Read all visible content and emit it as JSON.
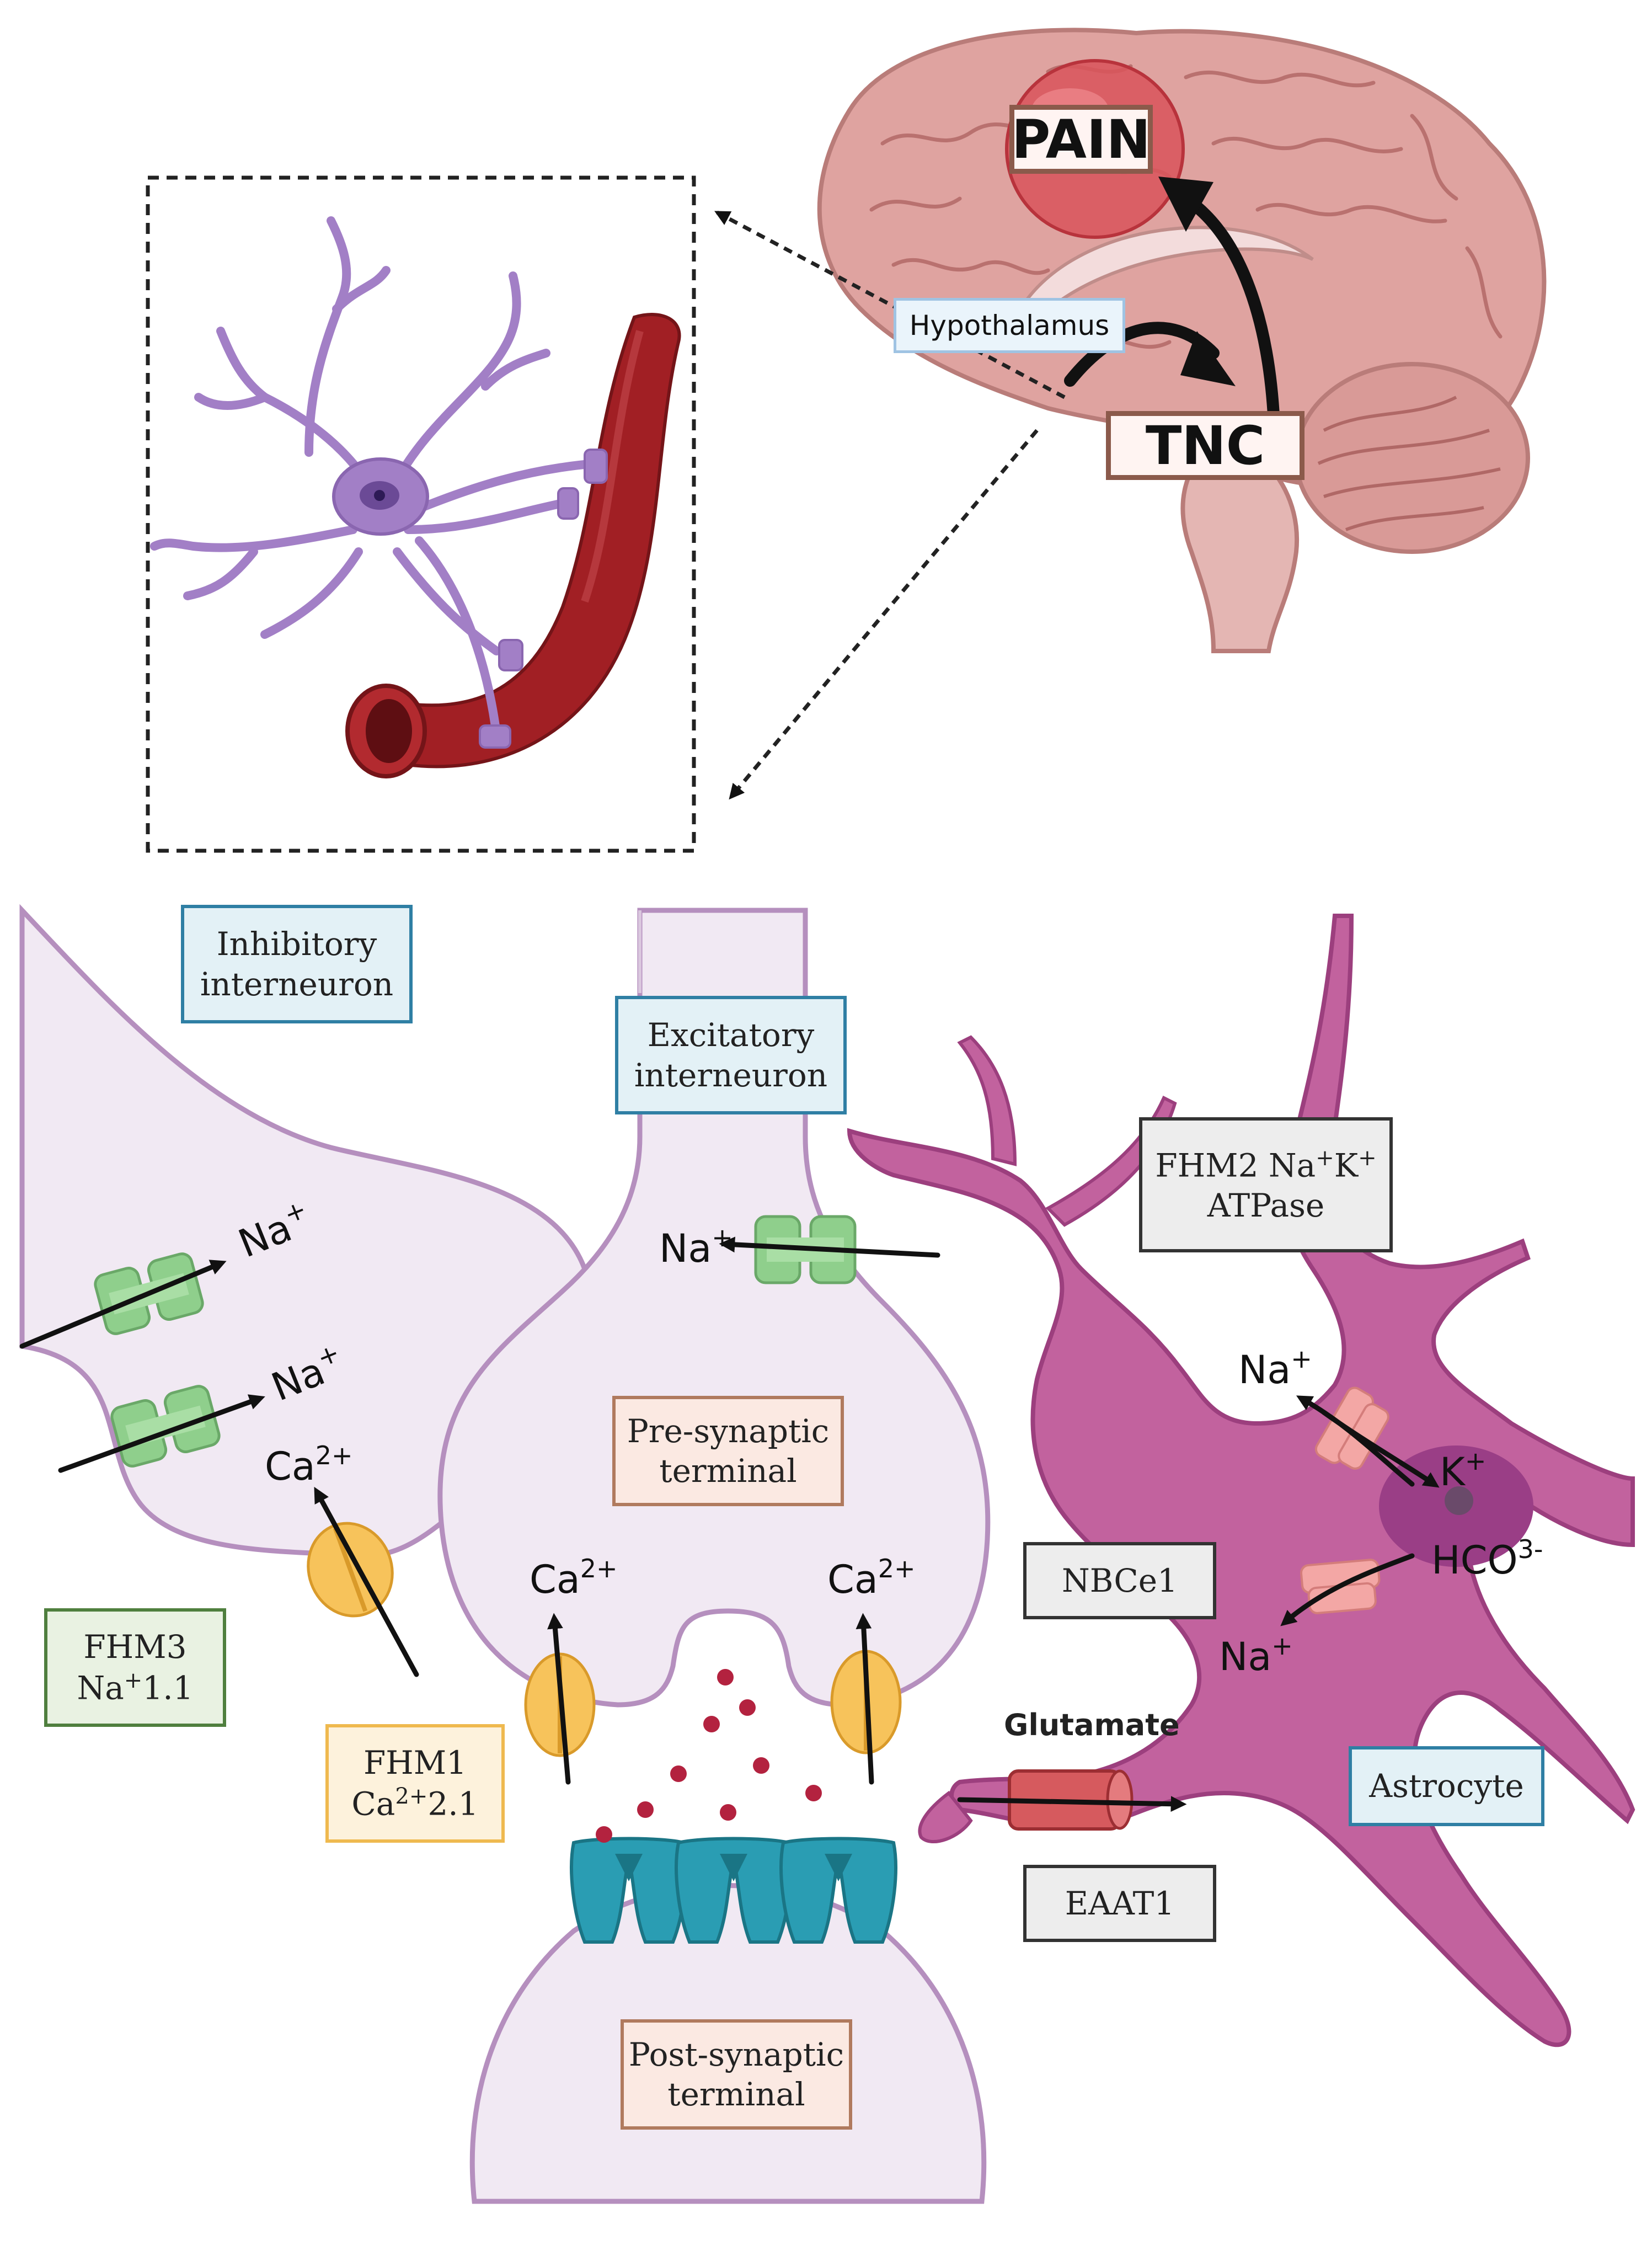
{
  "labels": {
    "pain": "PAIN",
    "tnc": "TNC",
    "hypothalamus": "Hypothalamus",
    "inhibitory": "Inhibitory\ninterneuron",
    "excitatory": "Excitatory\ninterneuron",
    "presynaptic": "Pre-synaptic\nterminal",
    "postsynaptic": "Post-synaptic\nterminal",
    "fhm2_a": "FHM2 Na",
    "fhm2_b": "K",
    "fhm2_c": "ATPase",
    "fhm3_a": "FHM3",
    "fhm3_b": "Na",
    "fhm3_c": "1.1",
    "fhm1_a": "FHM1",
    "fhm1_b": "Ca",
    "fhm1_c": "2.1",
    "nbce1": "NBCe1",
    "eaat1": "EAAT1",
    "astrocyte": "Astrocyte",
    "glutamate": "Glutamate"
  },
  "ions": {
    "na": "Na",
    "ca": "Ca",
    "k": "K",
    "hco": "HCO",
    "plus": "+",
    "two_plus": "2+",
    "three_minus": "3-"
  },
  "colors": {
    "neuron_fill": "#f1e9f3",
    "neuron_stroke": "#b58fbe",
    "astrocyte_fill": "#c2629e",
    "astrocyte_stroke": "#9c3f7e",
    "vessel": "#a11f24",
    "na_channel": "#8fcf8c",
    "ca_channel": "#f7c35b",
    "receptor": "#2a9db3",
    "glutamate_dot": "#b3223f"
  }
}
